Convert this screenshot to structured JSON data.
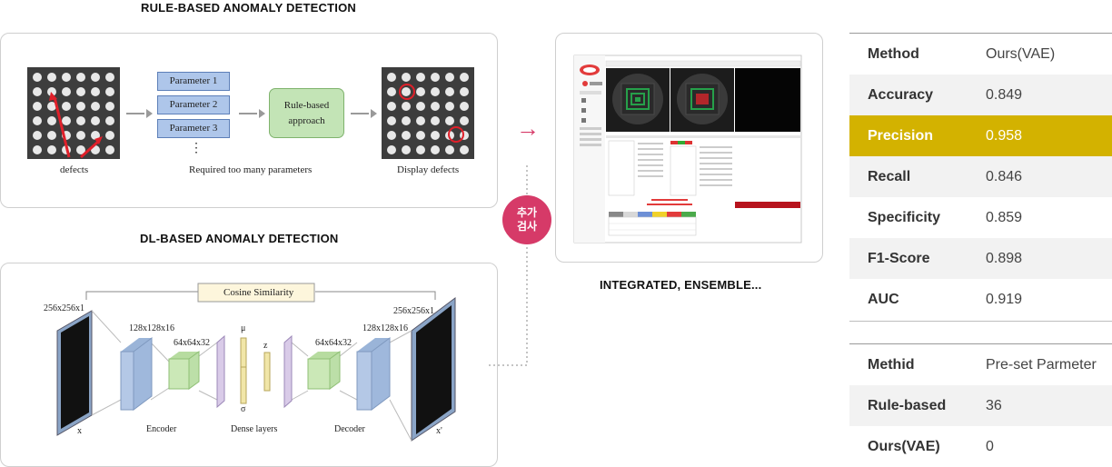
{
  "headings": {
    "rule_based": "RULE-BASED ANOMALY DETECTION",
    "dl_based": "DL-BASED ANOMALY DETECTION",
    "integrated": "INTEGRATED, ENSEMBLE..."
  },
  "rule_diagram": {
    "params": [
      "Parameter 1",
      "Parameter 2",
      "Parameter 3"
    ],
    "ellipsis": "⋮",
    "rule_box": [
      "Rule-based",
      "approach"
    ],
    "defects_label": "defects",
    "params_caption": "Required too many parameters",
    "display_caption": "Display defects"
  },
  "vae_diagram": {
    "cosine": "Cosine Similarity",
    "dim_in": "256x256x1",
    "dim_128a": "128x128x16",
    "dim_64a": "64x64x32",
    "mu": "μ",
    "z": "z",
    "sigma": "σ",
    "dim_64b": "64x64x32",
    "dim_128b": "128x128x16",
    "dim_out": "256x256x1",
    "x": "x",
    "x_prime": "x'",
    "encoder": "Encoder",
    "dense": "Dense layers",
    "decoder": "Decoder"
  },
  "badge": {
    "line1": "추가",
    "line2": "검사"
  },
  "arrow": "→",
  "metrics": {
    "header": {
      "key": "Method",
      "value": "Ours(VAE)"
    },
    "rows": [
      {
        "key": "Accuracy",
        "value": "0.849"
      },
      {
        "key": "Precision",
        "value": "0.958"
      },
      {
        "key": "Recall",
        "value": "0.846"
      },
      {
        "key": "Specificity",
        "value": "0.859"
      },
      {
        "key": "F1-Score",
        "value": "0.898"
      },
      {
        "key": "AUC",
        "value": "0.919"
      }
    ]
  },
  "params_table": {
    "header": {
      "key": "Methid",
      "value": "Pre-set Parmeter"
    },
    "rows": [
      {
        "key": "Rule-based",
        "value": "36"
      },
      {
        "key": "Ours(VAE)",
        "value": "0"
      }
    ]
  },
  "colors": {
    "highlight": "#d3b200",
    "badge": "#d63a68",
    "arrow": "#d63a68",
    "param_fill": "#aec6ea",
    "rule_fill": "#c3e4b6",
    "defect_red": "#e0202a"
  }
}
